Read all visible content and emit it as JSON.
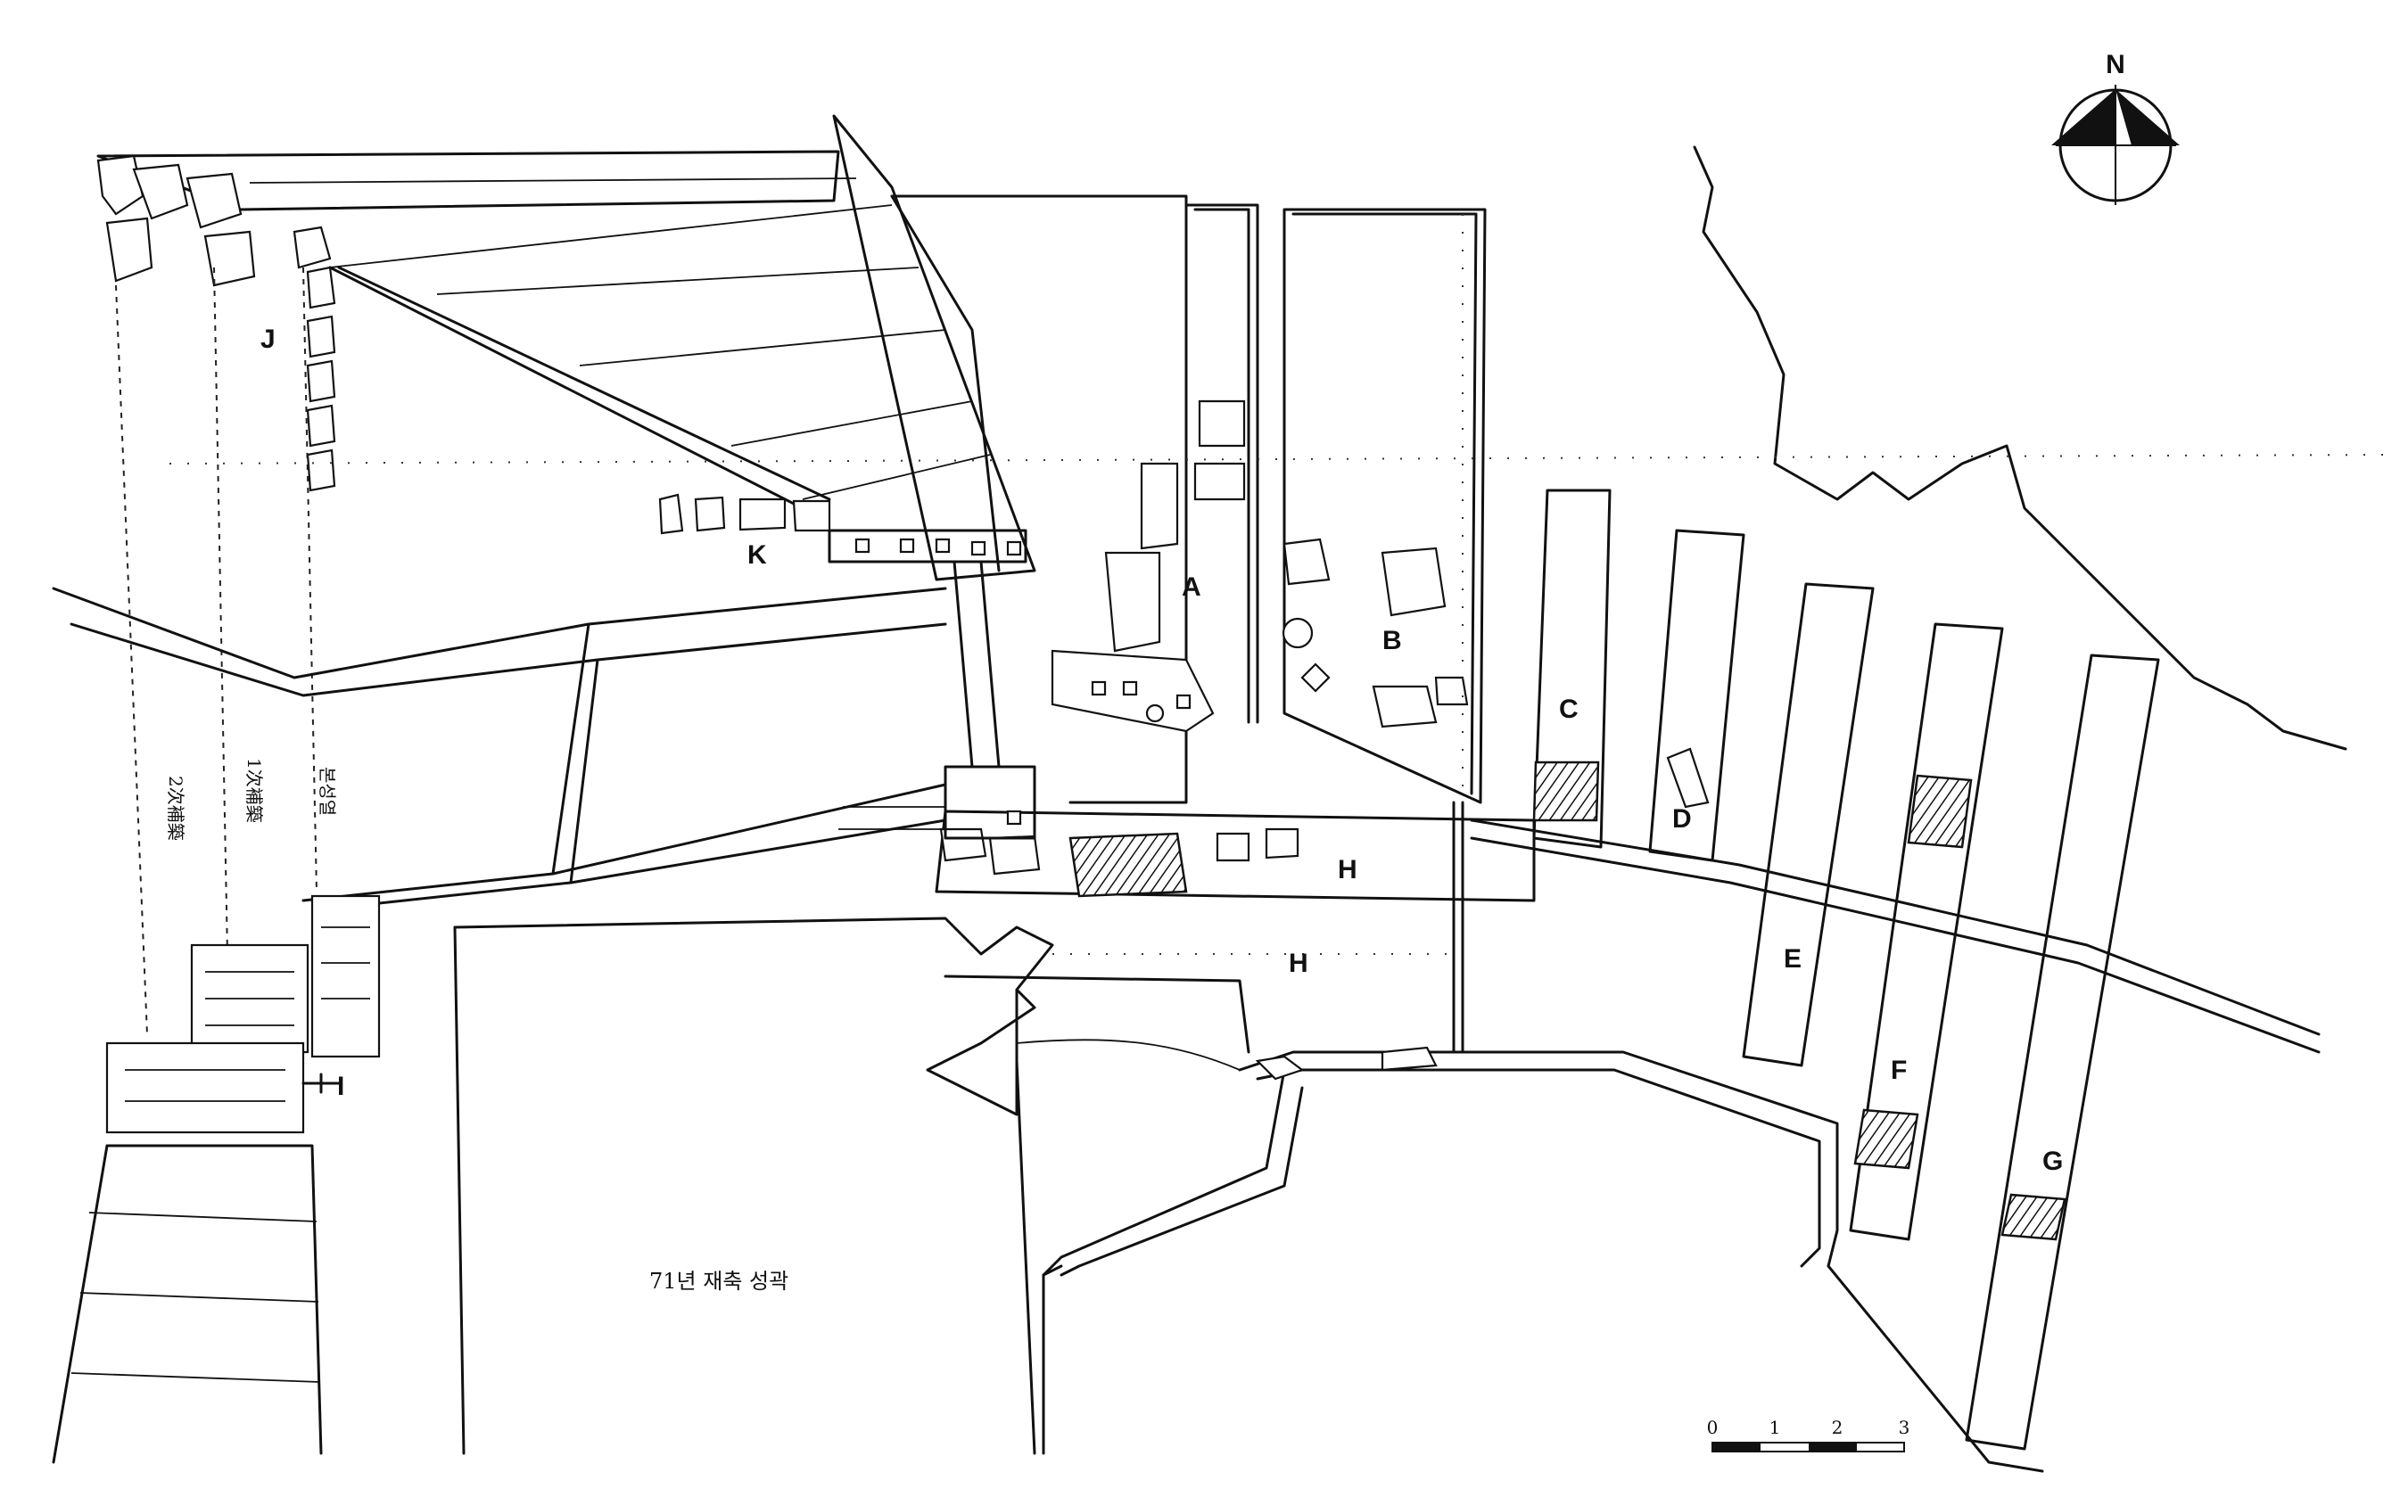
{
  "compass": {
    "north_label": "N"
  },
  "zones": {
    "A": "A",
    "B": "B",
    "C": "C",
    "D": "D",
    "E": "E",
    "F": "F",
    "G": "G",
    "H_upper": "H",
    "H_lower": "H",
    "I": "I",
    "J": "J",
    "K": "K"
  },
  "wall_phases": {
    "second_repair": "2次補築",
    "first_repair": "1次補築",
    "inner_line": "본성열"
  },
  "rebuilt_wall_caption": "71년  재축  성곽",
  "scale_bar": {
    "ticks": [
      "0",
      "1",
      "2",
      "3"
    ]
  },
  "icons": [
    "compass-rose-icon",
    "scale-bar-icon"
  ]
}
